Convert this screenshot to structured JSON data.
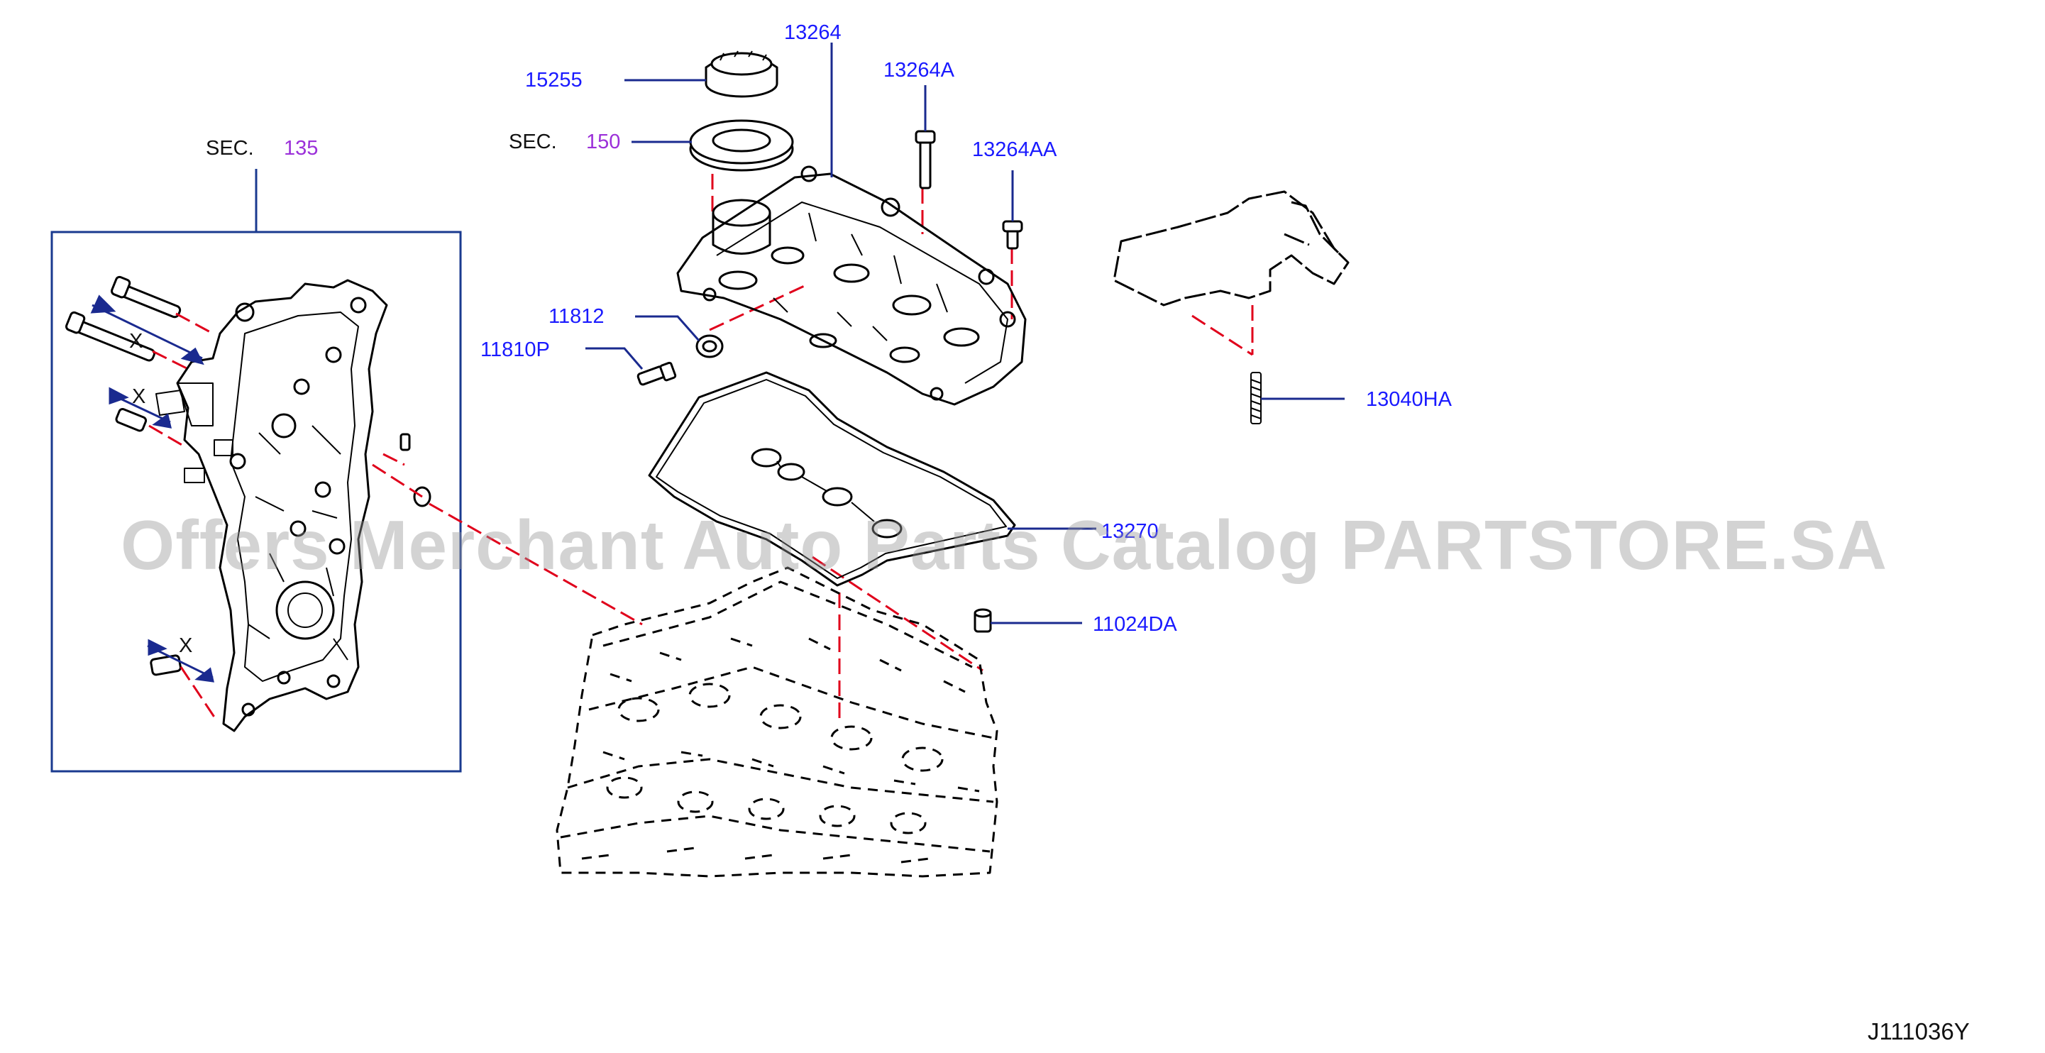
{
  "diagram": {
    "code": "J111036Y",
    "watermark": "Offers Merchant Auto Parts Catalog PARTSTORE.SA",
    "x_mark": "X",
    "sec_refs": [
      {
        "prefix": "SEC.",
        "number": "135"
      },
      {
        "prefix": "SEC.",
        "number": "150"
      }
    ],
    "parts": [
      {
        "number": "13264"
      },
      {
        "number": "13264A"
      },
      {
        "number": "13264AA"
      },
      {
        "number": "15255"
      },
      {
        "number": "11812"
      },
      {
        "number": "11810P"
      },
      {
        "number": "13040HA"
      },
      {
        "number": "13270"
      },
      {
        "number": "11024DA"
      }
    ]
  },
  "colors": {
    "part_label": "#1a1aff",
    "section_number": "#9b30d9",
    "leader_line": "#1a2a8f",
    "dash_line": "#e0001b",
    "drawing": "#000000",
    "frame": "#1a3a8f"
  }
}
